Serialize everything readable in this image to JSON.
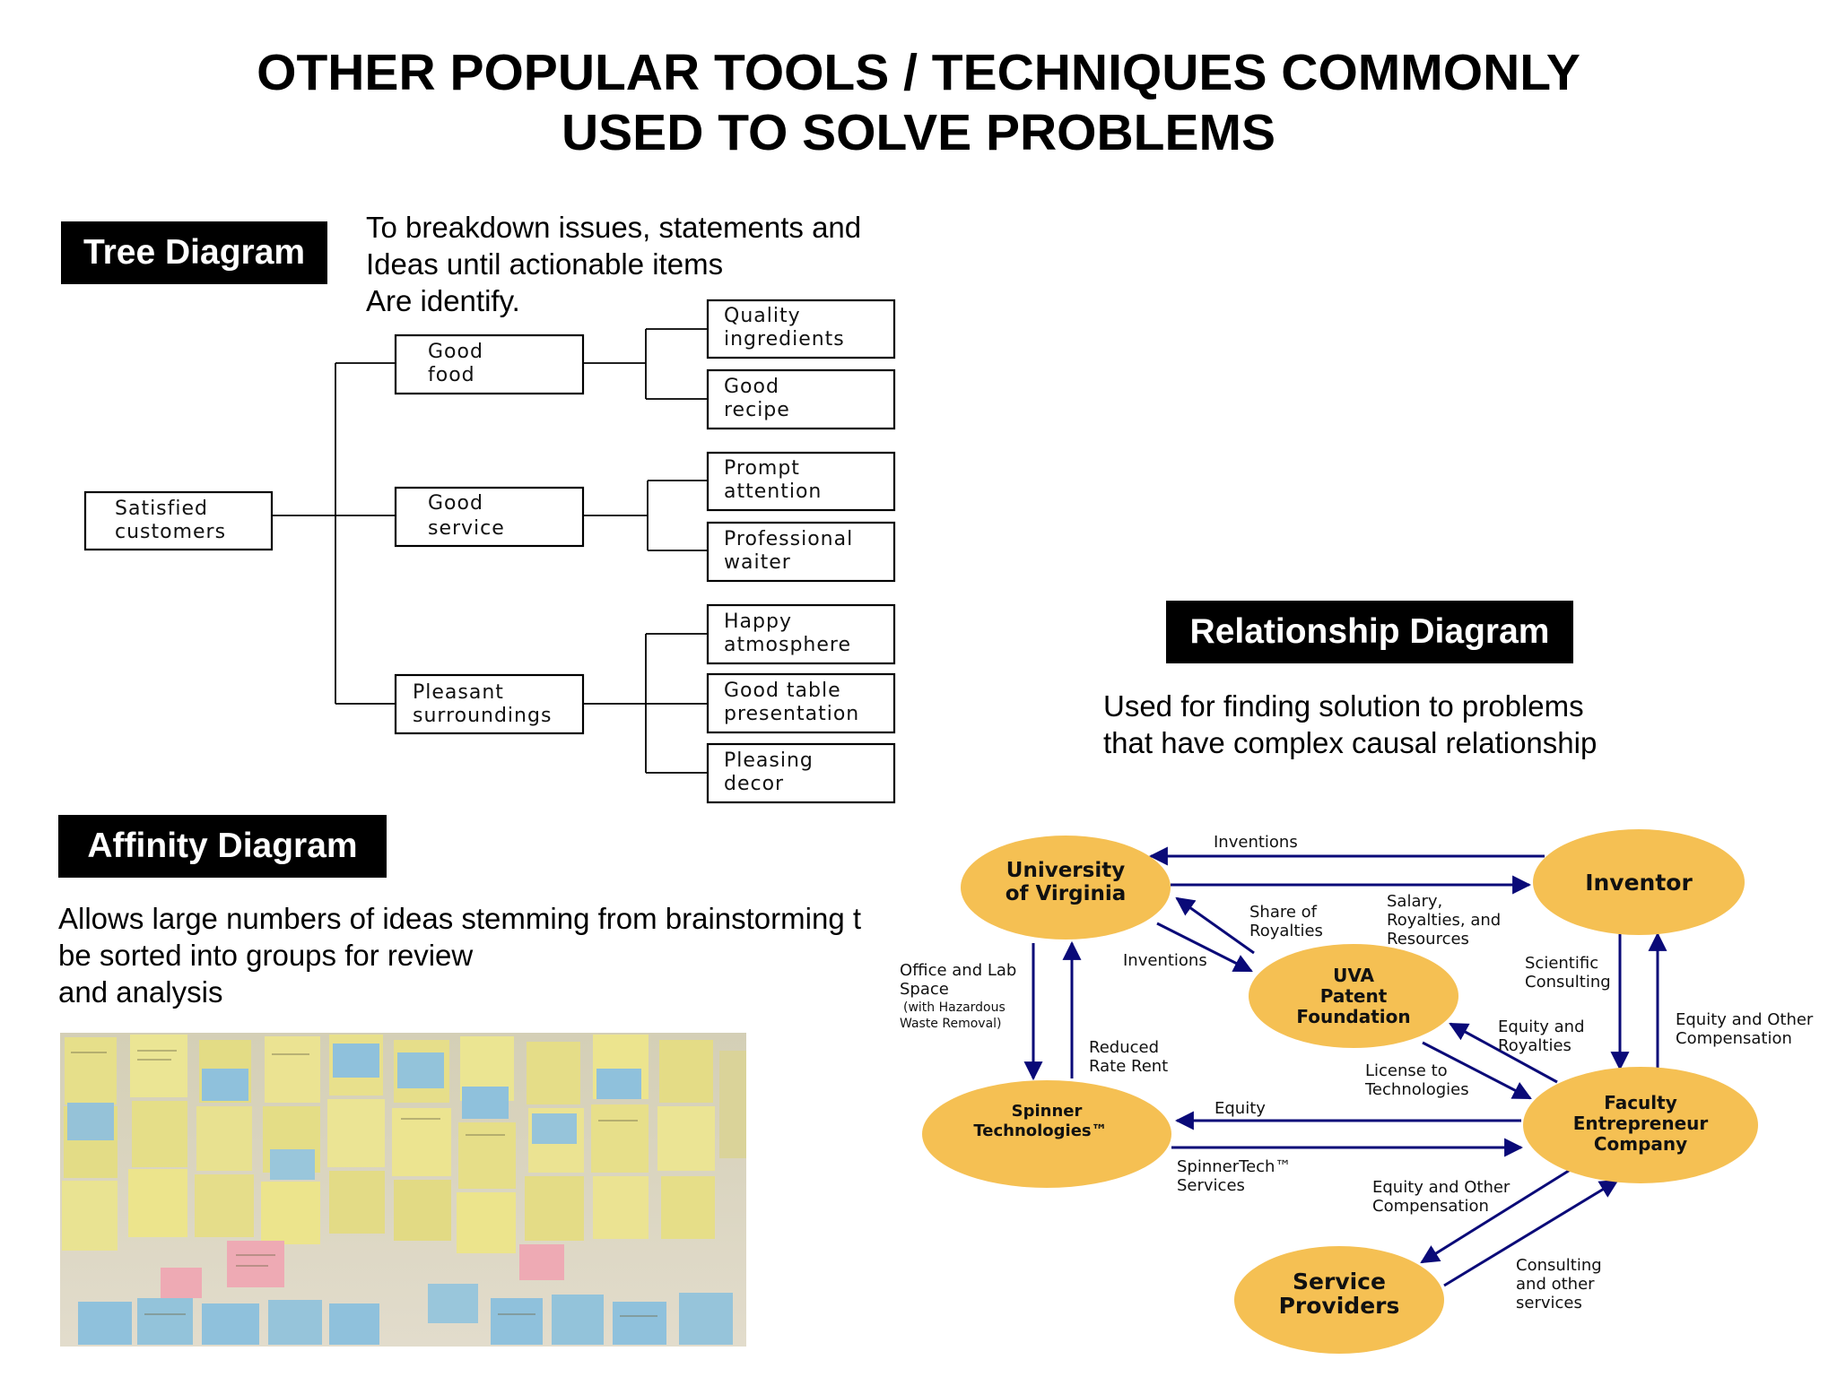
{
  "title": {
    "line1": "OTHER  POPULAR TOOLS / TECHNIQUES COMMONLY",
    "line2": "USED TO SOLVE PROBLEMS"
  },
  "tree": {
    "label": "Tree Diagram",
    "description": [
      "To breakdown issues, statements and",
      "Ideas until actionable items",
      "Are identify."
    ],
    "root": [
      "Satisfied",
      "customers"
    ],
    "branches": [
      {
        "label": [
          "Good",
          "food"
        ],
        "leaves": [
          [
            "Quality",
            "ingredients"
          ],
          [
            "Good",
            "recipe"
          ]
        ]
      },
      {
        "label": [
          "Good",
          "service"
        ],
        "leaves": [
          [
            "Prompt",
            "attention"
          ],
          [
            "Professional",
            "waiter"
          ]
        ]
      },
      {
        "label": [
          "Pleasant",
          "surroundings"
        ],
        "leaves": [
          [
            "Happy",
            "atmosphere"
          ],
          [
            "Good table",
            "presentation"
          ],
          [
            "Pleasing",
            "decor"
          ]
        ]
      }
    ]
  },
  "affinity": {
    "label": "Affinity Diagram",
    "description": [
      "Allows large numbers of ideas stemming from brainstorming  t",
      "be sorted into groups for review",
      "and analysis"
    ]
  },
  "relationship": {
    "label": "Relationship Diagram",
    "description": [
      "Used for finding solution to problems",
      "that have complex causal relationship"
    ],
    "nodes": {
      "uva": [
        "University",
        "of Virginia"
      ],
      "inventor": [
        "Inventor"
      ],
      "patent": [
        "UVA",
        "Patent",
        "Foundation"
      ],
      "spinner": [
        "Spinner",
        "Technologies™"
      ],
      "faculty": [
        "Faculty",
        "Entrepreneur",
        "Company"
      ],
      "service": [
        "Service",
        "Providers"
      ]
    },
    "edge_labels": {
      "inventions_top": [
        "Inventions"
      ],
      "share_royalties": [
        "Share of",
        "Royalties"
      ],
      "salary": [
        "Salary,",
        "Royalties, and",
        "Resources"
      ],
      "inventions_mid": [
        "Inventions"
      ],
      "office": [
        "Office and Lab",
        "Space"
      ],
      "hazardous": [
        "(with Hazardous",
        "Waste Removal)"
      ],
      "reduced_rent": [
        "Reduced",
        "Rate Rent"
      ],
      "scientific": [
        "Scientific",
        "Consulting"
      ],
      "equity_royalties": [
        "Equity and",
        "Royalties"
      ],
      "equity_other_right": [
        "Equity and Other",
        "Compensation"
      ],
      "license": [
        "License to",
        "Technologies"
      ],
      "equity": [
        "Equity"
      ],
      "spinnertech_services": [
        "SpinnerTech™",
        "Services"
      ],
      "equity_other_bottom": [
        "Equity and Other",
        "Compensation"
      ],
      "consulting": [
        "Consulting",
        "and other",
        "services"
      ]
    }
  },
  "colors": {
    "node_fill": "#f5c053",
    "arrow": "#0a0a78",
    "note_yellow": "#ece48c",
    "note_blue": "#8fc1dc",
    "note_pink": "#eeaab4"
  }
}
